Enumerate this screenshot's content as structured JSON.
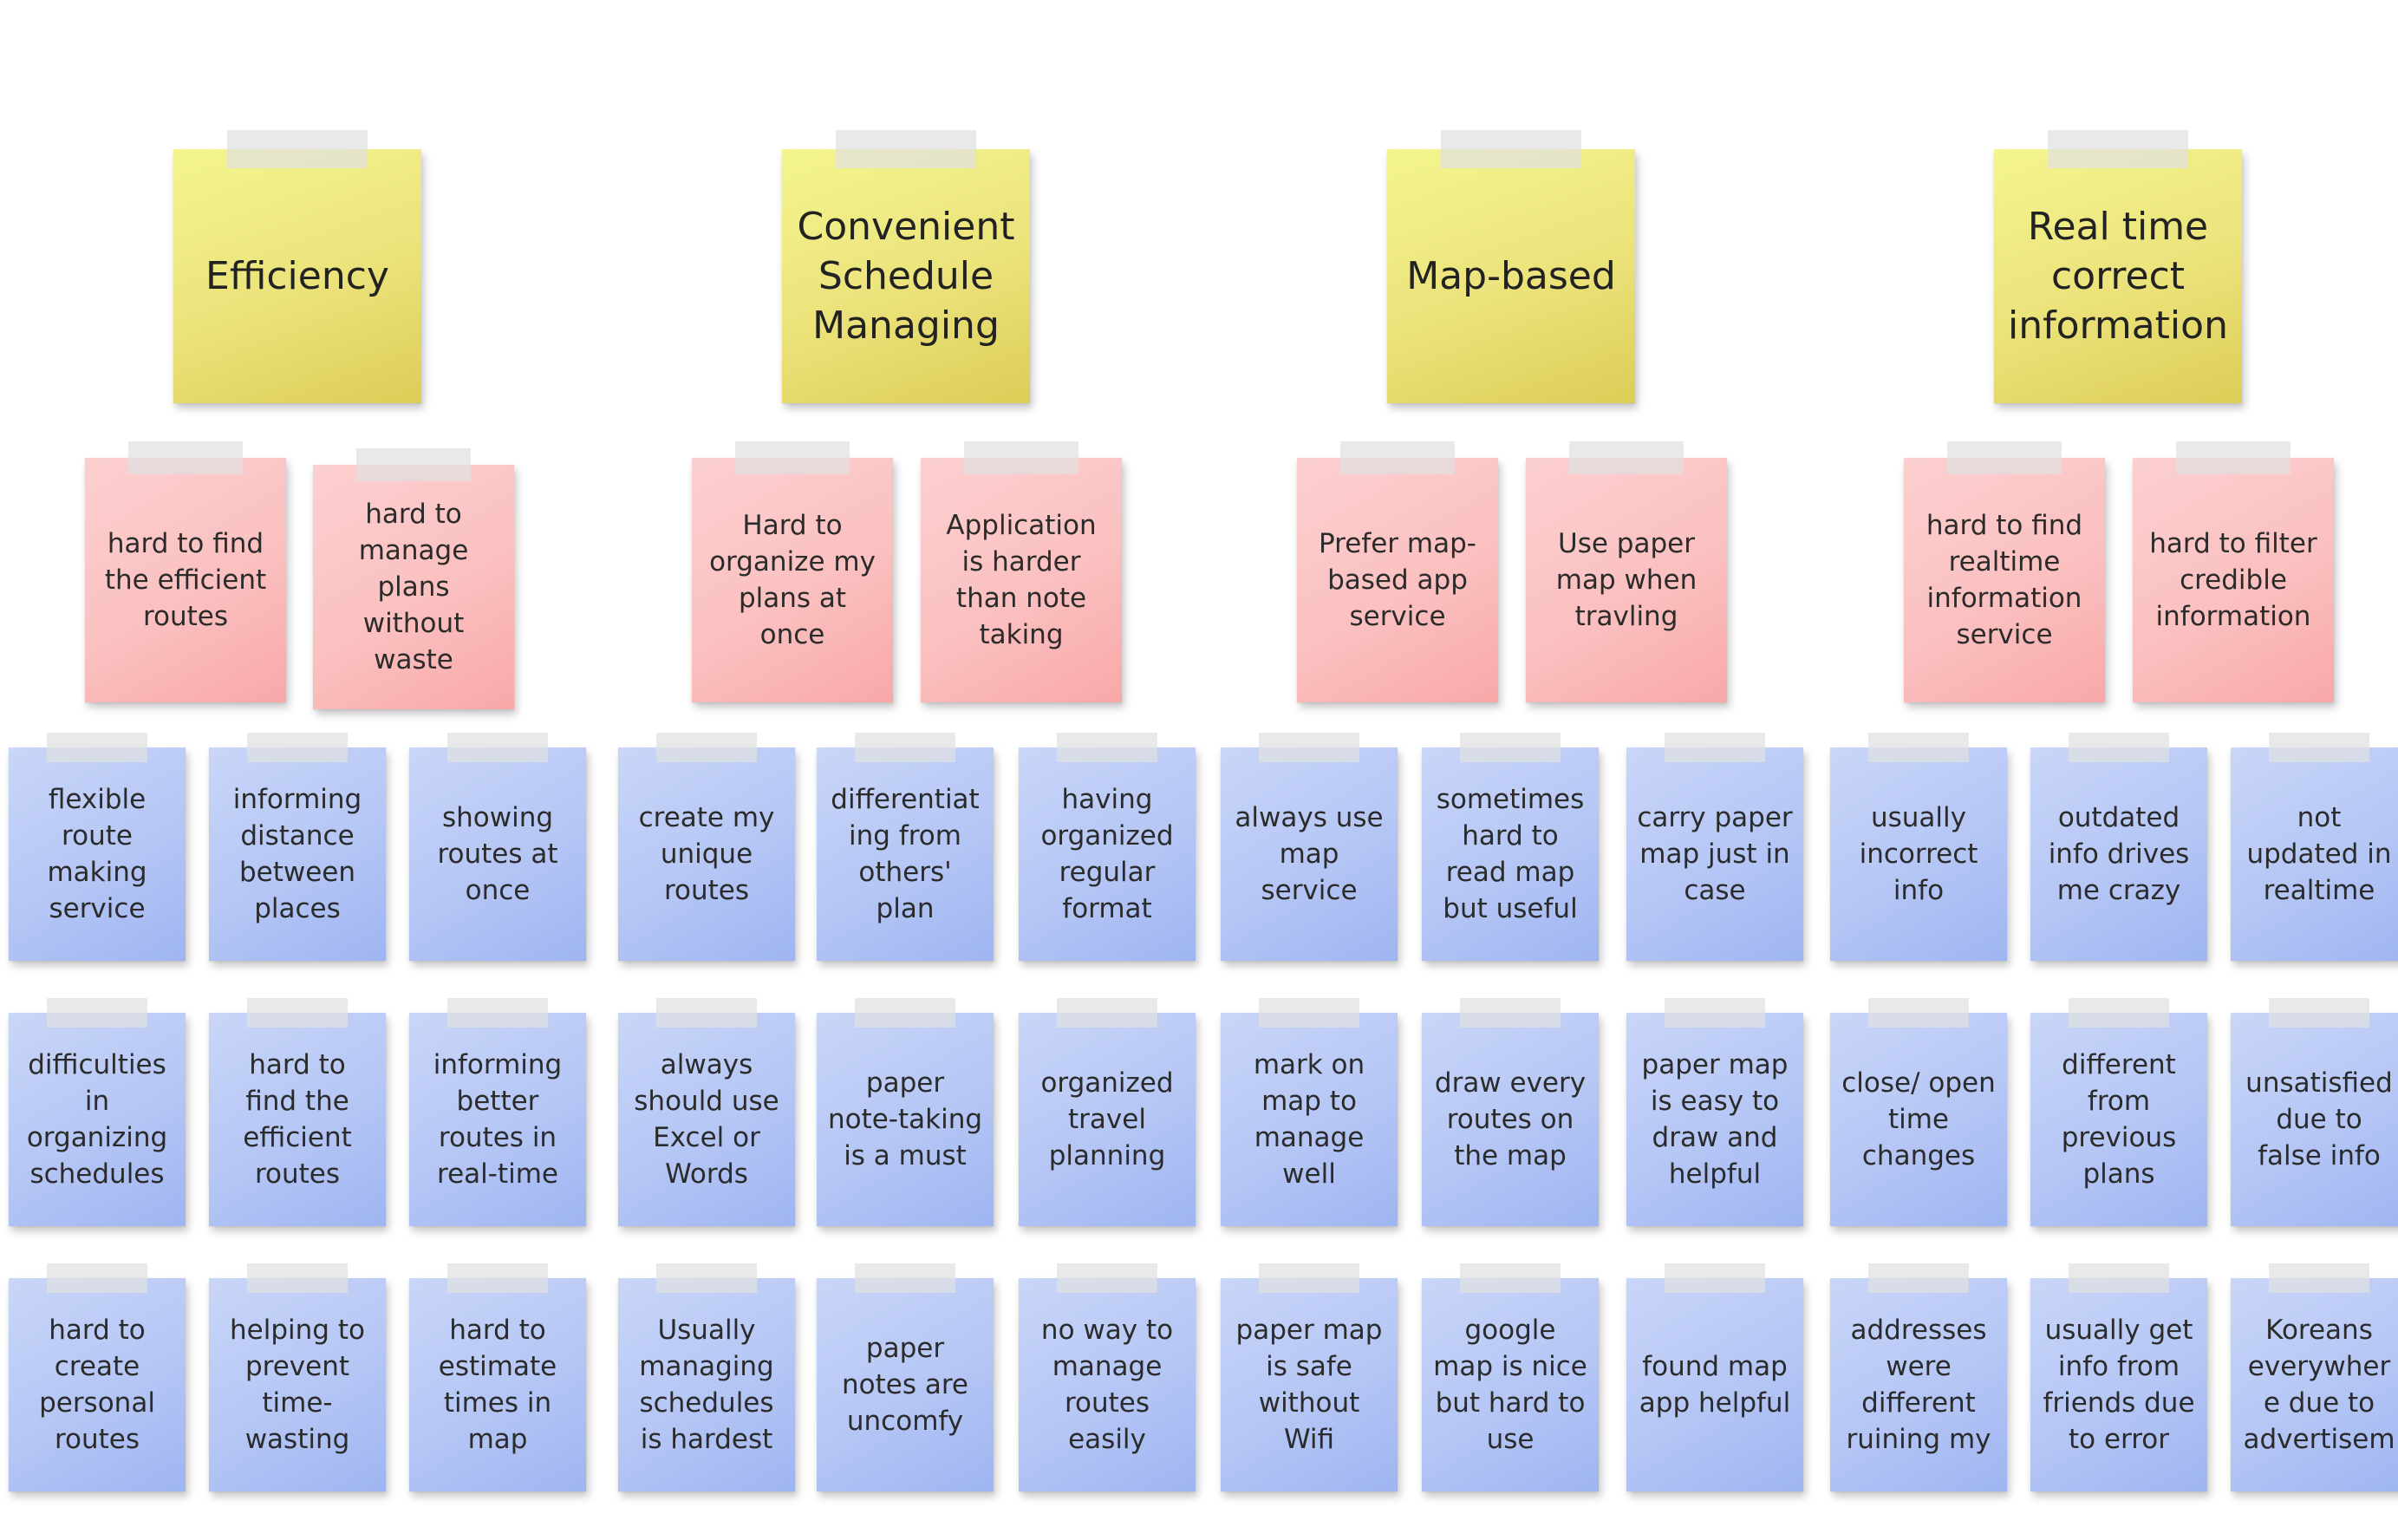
{
  "board": {
    "tape_color": "#e1e1e1",
    "note_colors": {
      "theme": "#ede580",
      "insight": "#fbc0c0",
      "observation": "#b5c6f5"
    },
    "themes": [
      {
        "label": "Efficiency",
        "insights": [
          "hard to find the efficient routes",
          "hard to manage plans without waste"
        ],
        "observations": [
          [
            "flexible route making service",
            "difficulties in organizing schedules",
            "hard to create personal routes"
          ],
          [
            "informing distance between places",
            "hard to find the efficient routes",
            "helping to prevent time-wasting"
          ],
          [
            "showing routes at once",
            "informing better routes in real-time",
            "hard to estimate times in map searching"
          ]
        ]
      },
      {
        "label": "Convenient Schedule Managing",
        "insights": [
          "Hard to organize my plans at once",
          "Application is harder than note taking"
        ],
        "observations": [
          [
            "create my unique routes",
            "always should use Excel or Words",
            "Usually managing schedules is hardest"
          ],
          [
            "differentiating from others' plan",
            "paper note-taking is a must",
            "paper notes are uncomfy"
          ],
          [
            "having organized regular format",
            "organized travel planning",
            "no way to manage routes easily"
          ]
        ]
      },
      {
        "label": "Map-based",
        "insights": [
          "Prefer map-based app service",
          "Use paper map when travling"
        ],
        "observations": [
          [
            "always use map service",
            "mark on map to manage well",
            "paper map is safe without Wifi"
          ],
          [
            "sometimes hard to read map but useful",
            "draw every routes on the map",
            "google map is nice but hard to use"
          ],
          [
            "carry paper map just in case",
            "paper map is easy to draw and helpful",
            "found map app helpful"
          ]
        ]
      },
      {
        "label": "Real time correct information",
        "insights": [
          "hard to find realtime information service",
          "hard to filter credible information"
        ],
        "observations": [
          [
            "usually incorrect info",
            "close/ open time changes",
            "addresses were different ruining my trip"
          ],
          [
            "outdated info drives me crazy",
            "different from previous plans",
            "usually get info from friends due to error"
          ],
          [
            "not updated in realtime",
            "unsatisfied due to false info",
            "Koreans everywhere due to advertisement"
          ]
        ]
      }
    ]
  }
}
